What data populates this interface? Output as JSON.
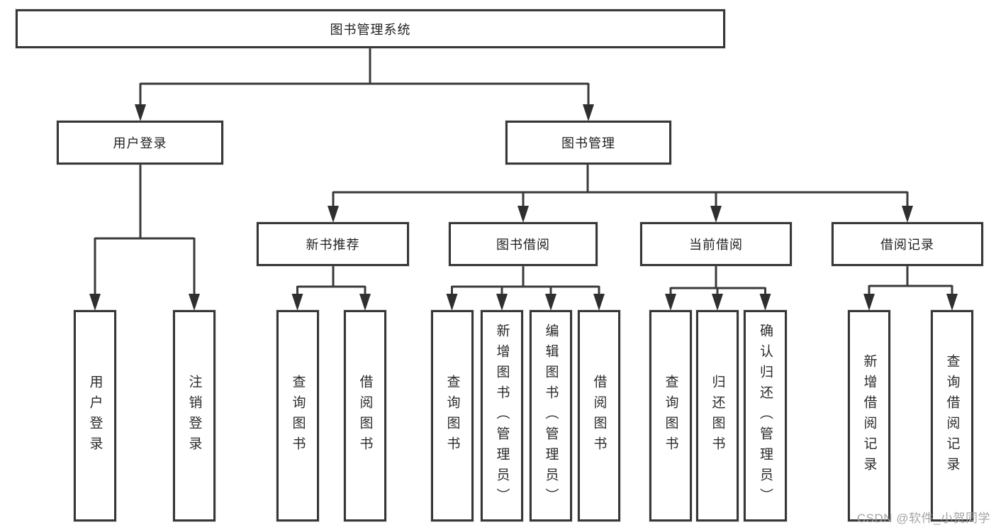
{
  "colors": {
    "line": "#3a3a3a",
    "box_border": "#373737",
    "text": "#1f1f1f",
    "background": "#ffffff",
    "watermark": "#a0a0a0"
  },
  "diagram": {
    "root": {
      "label": "图书管理系统"
    },
    "level2": [
      {
        "label": "用户登录"
      },
      {
        "label": "图书管理"
      }
    ],
    "level3": [
      {
        "label": "新书推荐"
      },
      {
        "label": "图书借阅"
      },
      {
        "label": "当前借阅"
      },
      {
        "label": "借阅记录"
      }
    ],
    "leaves": [
      {
        "label": "用户登录"
      },
      {
        "label": "注销登录"
      },
      {
        "label": "查询图书"
      },
      {
        "label": "借阅图书"
      },
      {
        "label": "查询图书"
      },
      {
        "label": "新增图书（管理员）"
      },
      {
        "label": "编辑图书（管理员）"
      },
      {
        "label": "借阅图书"
      },
      {
        "label": "查询图书"
      },
      {
        "label": "归还图书"
      },
      {
        "label": "确认归还（管理员）"
      },
      {
        "label": "新增借阅记录"
      },
      {
        "label": "查询借阅记录"
      }
    ]
  },
  "watermark": {
    "text": "CSDN @软件_小贺同学"
  }
}
